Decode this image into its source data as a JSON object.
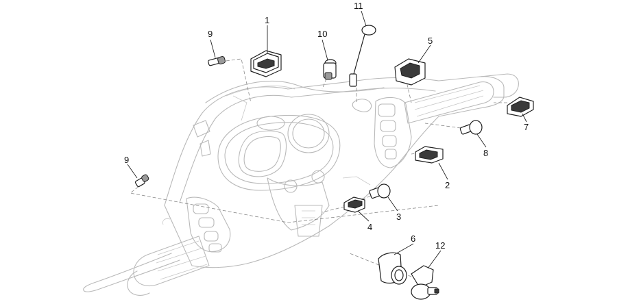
{
  "callouts": [
    {
      "id": "p1",
      "label": "1"
    },
    {
      "id": "p2",
      "label": "2"
    },
    {
      "id": "p3",
      "label": "3"
    },
    {
      "id": "p4",
      "label": "4"
    },
    {
      "id": "p5",
      "label": "5"
    },
    {
      "id": "p6",
      "label": "6"
    },
    {
      "id": "p7",
      "label": "7"
    },
    {
      "id": "p8",
      "label": "8"
    },
    {
      "id": "p9a",
      "label": "9"
    },
    {
      "id": "p9b",
      "label": "9"
    },
    {
      "id": "p10",
      "label": "10"
    },
    {
      "id": "p11",
      "label": "11"
    },
    {
      "id": "p12",
      "label": "12"
    }
  ],
  "colors": {
    "background": "#ffffff",
    "outline": "#b9b9b9",
    "part_stroke": "#1f1f1f",
    "callout_text": "#111111"
  }
}
